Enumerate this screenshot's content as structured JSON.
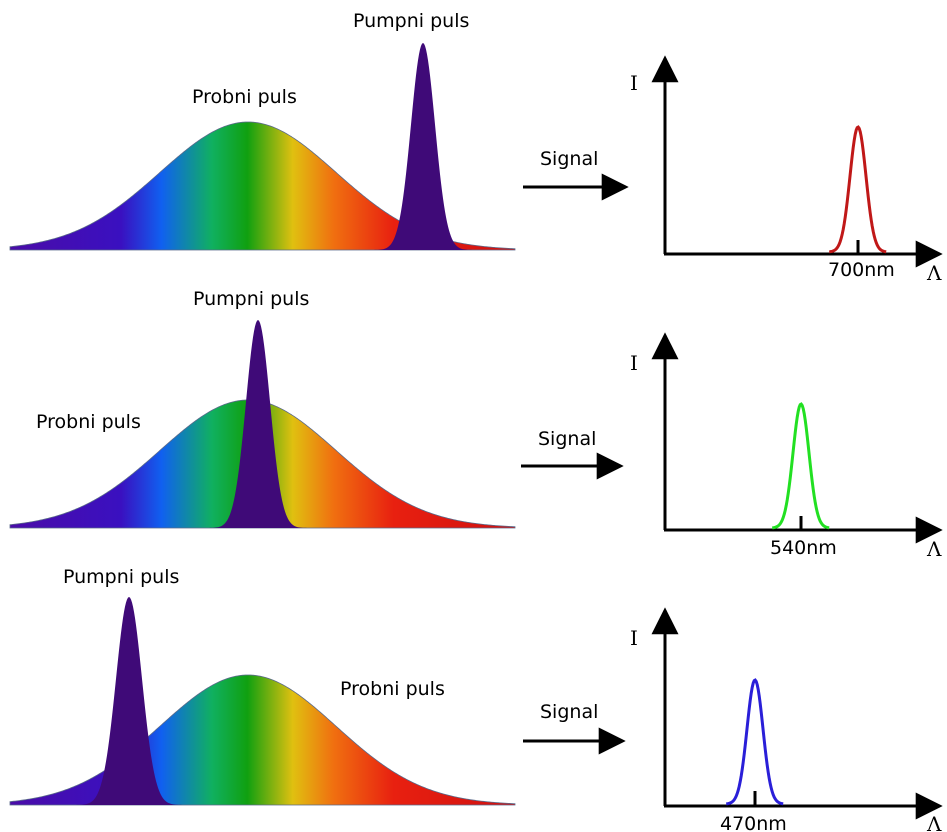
{
  "rows": [
    {
      "probe_label": "Probni puls",
      "pump_label": "Pumpni puls",
      "signal_label": "Signal",
      "y_axis_label": "I",
      "x_axis_label": "Λ",
      "peak_label": "700nm",
      "peak_color": "#c01818"
    },
    {
      "probe_label": "Probni puls",
      "pump_label": "Pumpni puls",
      "signal_label": "Signal",
      "y_axis_label": "I",
      "x_axis_label": "Λ",
      "peak_label": "540nm",
      "peak_color": "#22e022"
    },
    {
      "probe_label": "Probni puls",
      "pump_label": "Pumpni puls",
      "signal_label": "Signal",
      "y_axis_label": "I",
      "x_axis_label": "Λ",
      "peak_label": "470nm",
      "peak_color": "#2a1fd8"
    }
  ],
  "colors": {
    "pump_fill": "#3f0a78",
    "spectrum_stops": [
      "#4a0ca8",
      "#3a10c0",
      "#1060f0",
      "#10b060",
      "#10a010",
      "#e0c010",
      "#f07010",
      "#e82010",
      "#d01010"
    ]
  }
}
